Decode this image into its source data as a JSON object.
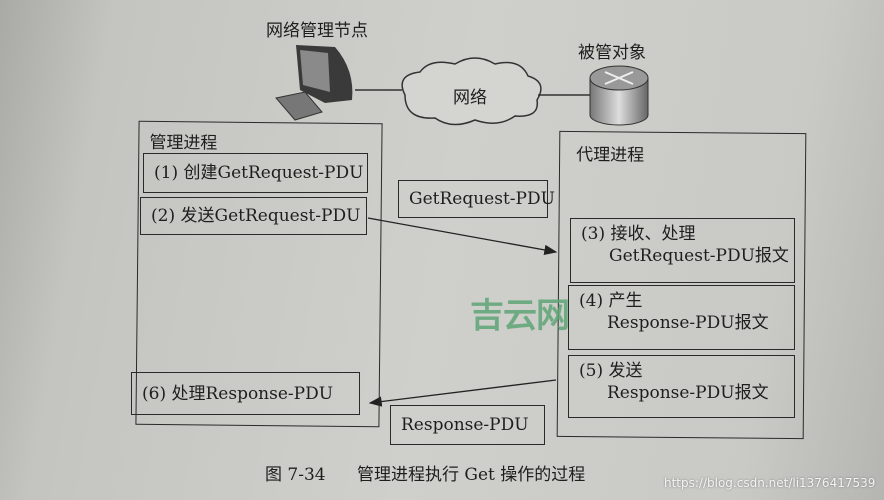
{
  "network": {
    "manager_node_label": "网络管理节点",
    "managed_object_label": "被管对象",
    "network_label": "网络"
  },
  "manager_process": {
    "title": "管理进程",
    "steps": [
      "(1) 创建GetRequest-PDU",
      "(2) 发送GetRequest-PDU",
      "(6) 处理Response-PDU"
    ]
  },
  "agent_process": {
    "title": "代理进程",
    "steps": [
      {
        "line1": "(3) 接收、处理",
        "line2": "GetRequest-PDU报文"
      },
      {
        "line1": "(4) 产生",
        "line2": "Response-PDU报文"
      },
      {
        "line1": "(5) 发送",
        "line2": "Response-PDU报文"
      }
    ]
  },
  "messages": {
    "request": "GetRequest-PDU",
    "response": "Response-PDU"
  },
  "caption": {
    "number": "图 7-34",
    "text": "管理进程执行 Get 操作的过程"
  },
  "watermarks": {
    "site_logo": "吉云网",
    "url": "https://blog.csdn.net/li1376417539"
  },
  "colors": {
    "watermark_green": "#5fa676",
    "ink": "#1e1e1e"
  }
}
